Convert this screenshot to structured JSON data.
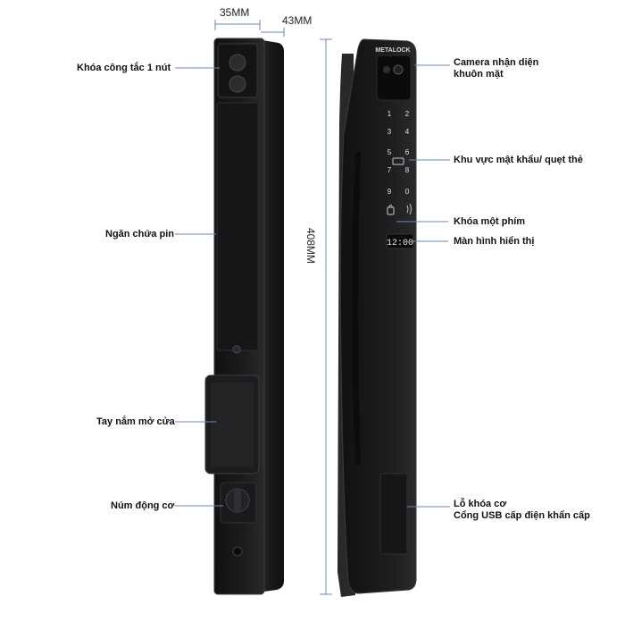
{
  "dimensions": {
    "front_width": "35MM",
    "side_width": "43MM",
    "height": "408MM"
  },
  "left_callouts": {
    "button": "Khóa công tắc 1 nút",
    "battery": "Ngăn chứa pin",
    "handle": "Tay nắm mở cửa",
    "knob": "Núm động cơ"
  },
  "right_callouts": {
    "camera_line1": "Camera nhận diện",
    "camera_line2": "khuôn mặt",
    "keypad": "Khu vực mật khẩu/ quẹt thẻ",
    "one_touch": "Khóa một phím",
    "display": "Màn hình hiển thị",
    "keyhole_line1": "Lỗ khóa cơ",
    "keyhole_line2": "Cổng USB cấp điện khẩn cấp"
  },
  "device": {
    "brand": "METALOCK",
    "display_time": "12:00",
    "keys": [
      "1",
      "2",
      "3",
      "4",
      "5",
      "6",
      "7",
      "8",
      "9",
      "0"
    ]
  },
  "colors": {
    "body": "#1b1b1d",
    "panel": "#0f0f10",
    "edge": "#3a3a3e",
    "line": "#6a86b8"
  }
}
